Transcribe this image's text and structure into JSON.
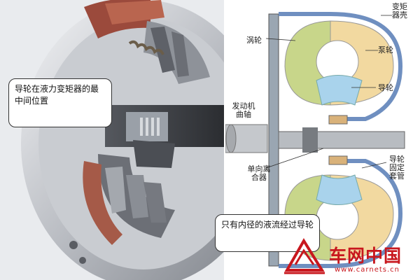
{
  "callouts": {
    "stator_position": "导轮在液力变矩器的最中间位置",
    "inner_flow": "只有内径的液流经过导轮"
  },
  "labels": {
    "housing": "变矩器壳",
    "turbine": "涡轮",
    "pump": "泵轮",
    "stator": "导轮",
    "crankshaft": "发动机曲轴",
    "one_way_clutch": "单向离合器",
    "stator_tube": "导轮固定套管"
  },
  "watermark": {
    "brand": "车网中国",
    "url": "www.carnets.cn"
  },
  "colors": {
    "turbine": "#c8d68a",
    "pump": "#f2d9a0",
    "stator": "#a9d3ec",
    "housing": "#6f8fc0",
    "brand": "#c8171e"
  }
}
